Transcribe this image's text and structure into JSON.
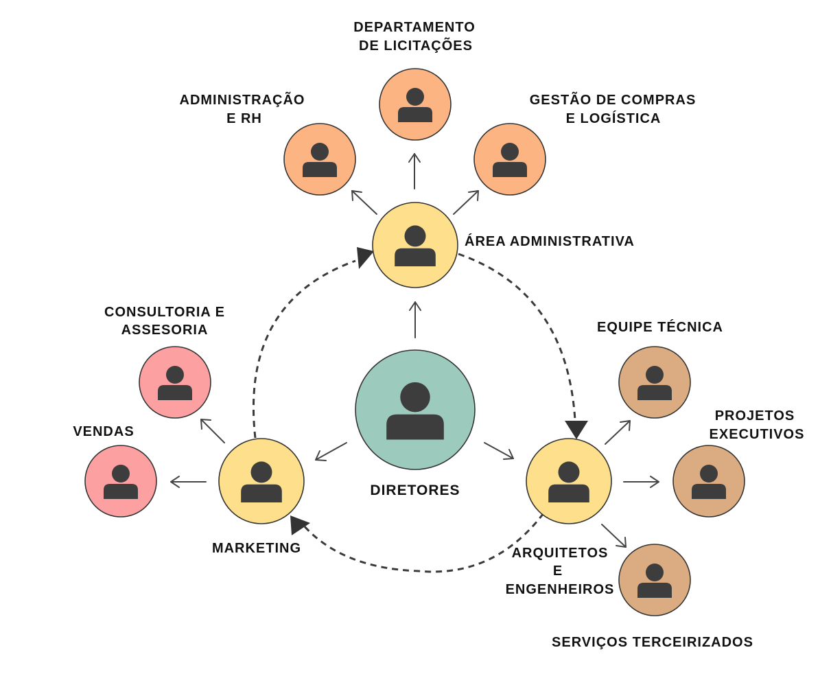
{
  "colors": {
    "diretores": "#9ccbbd",
    "hub": "#fedf8b",
    "administrativa_sub": "#fdb483",
    "marketing_sub": "#fda0a1",
    "tecnica_sub": "#dbac81"
  },
  "icons": {
    "node": "person-icon"
  },
  "nodes": {
    "diretores": {
      "label": [
        "DIRETORES"
      ]
    },
    "area_administrativa": {
      "label": [
        "ÁREA ADMINISTRATIVA"
      ]
    },
    "marketing": {
      "label": [
        "MARKETING"
      ]
    },
    "arquitetos_engenheiros": {
      "label": [
        "ARQUITETOS",
        "E",
        "ENGENHEIROS"
      ]
    },
    "departamento_licitacoes": {
      "label": [
        "DEPARTAMENTO",
        "DE LICITAÇÕES"
      ]
    },
    "administracao_rh": {
      "label": [
        "ADMINISTRAÇÃO",
        "E RH"
      ]
    },
    "gestao_compras": {
      "label": [
        "GESTÃO DE COMPRAS",
        "E LOGÍSTICA"
      ]
    },
    "consultoria": {
      "label": [
        "CONSULTORIA E",
        "ASSESORIA"
      ]
    },
    "vendas": {
      "label": [
        "VENDAS"
      ]
    },
    "equipe_tecnica": {
      "label": [
        "EQUIPE TÉCNICA"
      ]
    },
    "projetos_executivos": {
      "label": [
        "PROJETOS",
        "EXECUTIVOS"
      ]
    },
    "servicos_terceirizados": {
      "label": [
        "SERVIÇOS TERCEIRIZADOS"
      ]
    }
  },
  "edges": [
    {
      "from": "diretores",
      "to": "area_administrativa",
      "style": "solid"
    },
    {
      "from": "diretores",
      "to": "marketing",
      "style": "solid"
    },
    {
      "from": "diretores",
      "to": "arquitetos_engenheiros",
      "style": "solid"
    },
    {
      "from": "area_administrativa",
      "to": "departamento_licitacoes",
      "style": "solid"
    },
    {
      "from": "area_administrativa",
      "to": "administracao_rh",
      "style": "solid"
    },
    {
      "from": "area_administrativa",
      "to": "gestao_compras",
      "style": "solid"
    },
    {
      "from": "marketing",
      "to": "consultoria",
      "style": "solid"
    },
    {
      "from": "marketing",
      "to": "vendas",
      "style": "solid"
    },
    {
      "from": "arquitetos_engenheiros",
      "to": "equipe_tecnica",
      "style": "solid"
    },
    {
      "from": "arquitetos_engenheiros",
      "to": "projetos_executivos",
      "style": "solid"
    },
    {
      "from": "arquitetos_engenheiros",
      "to": "servicos_terceirizados",
      "style": "solid"
    },
    {
      "from": "area_administrativa",
      "to": "arquitetos_engenheiros",
      "style": "dashed"
    },
    {
      "from": "arquitetos_engenheiros",
      "to": "marketing",
      "style": "dashed"
    },
    {
      "from": "marketing",
      "to": "area_administrativa",
      "style": "dashed"
    }
  ]
}
